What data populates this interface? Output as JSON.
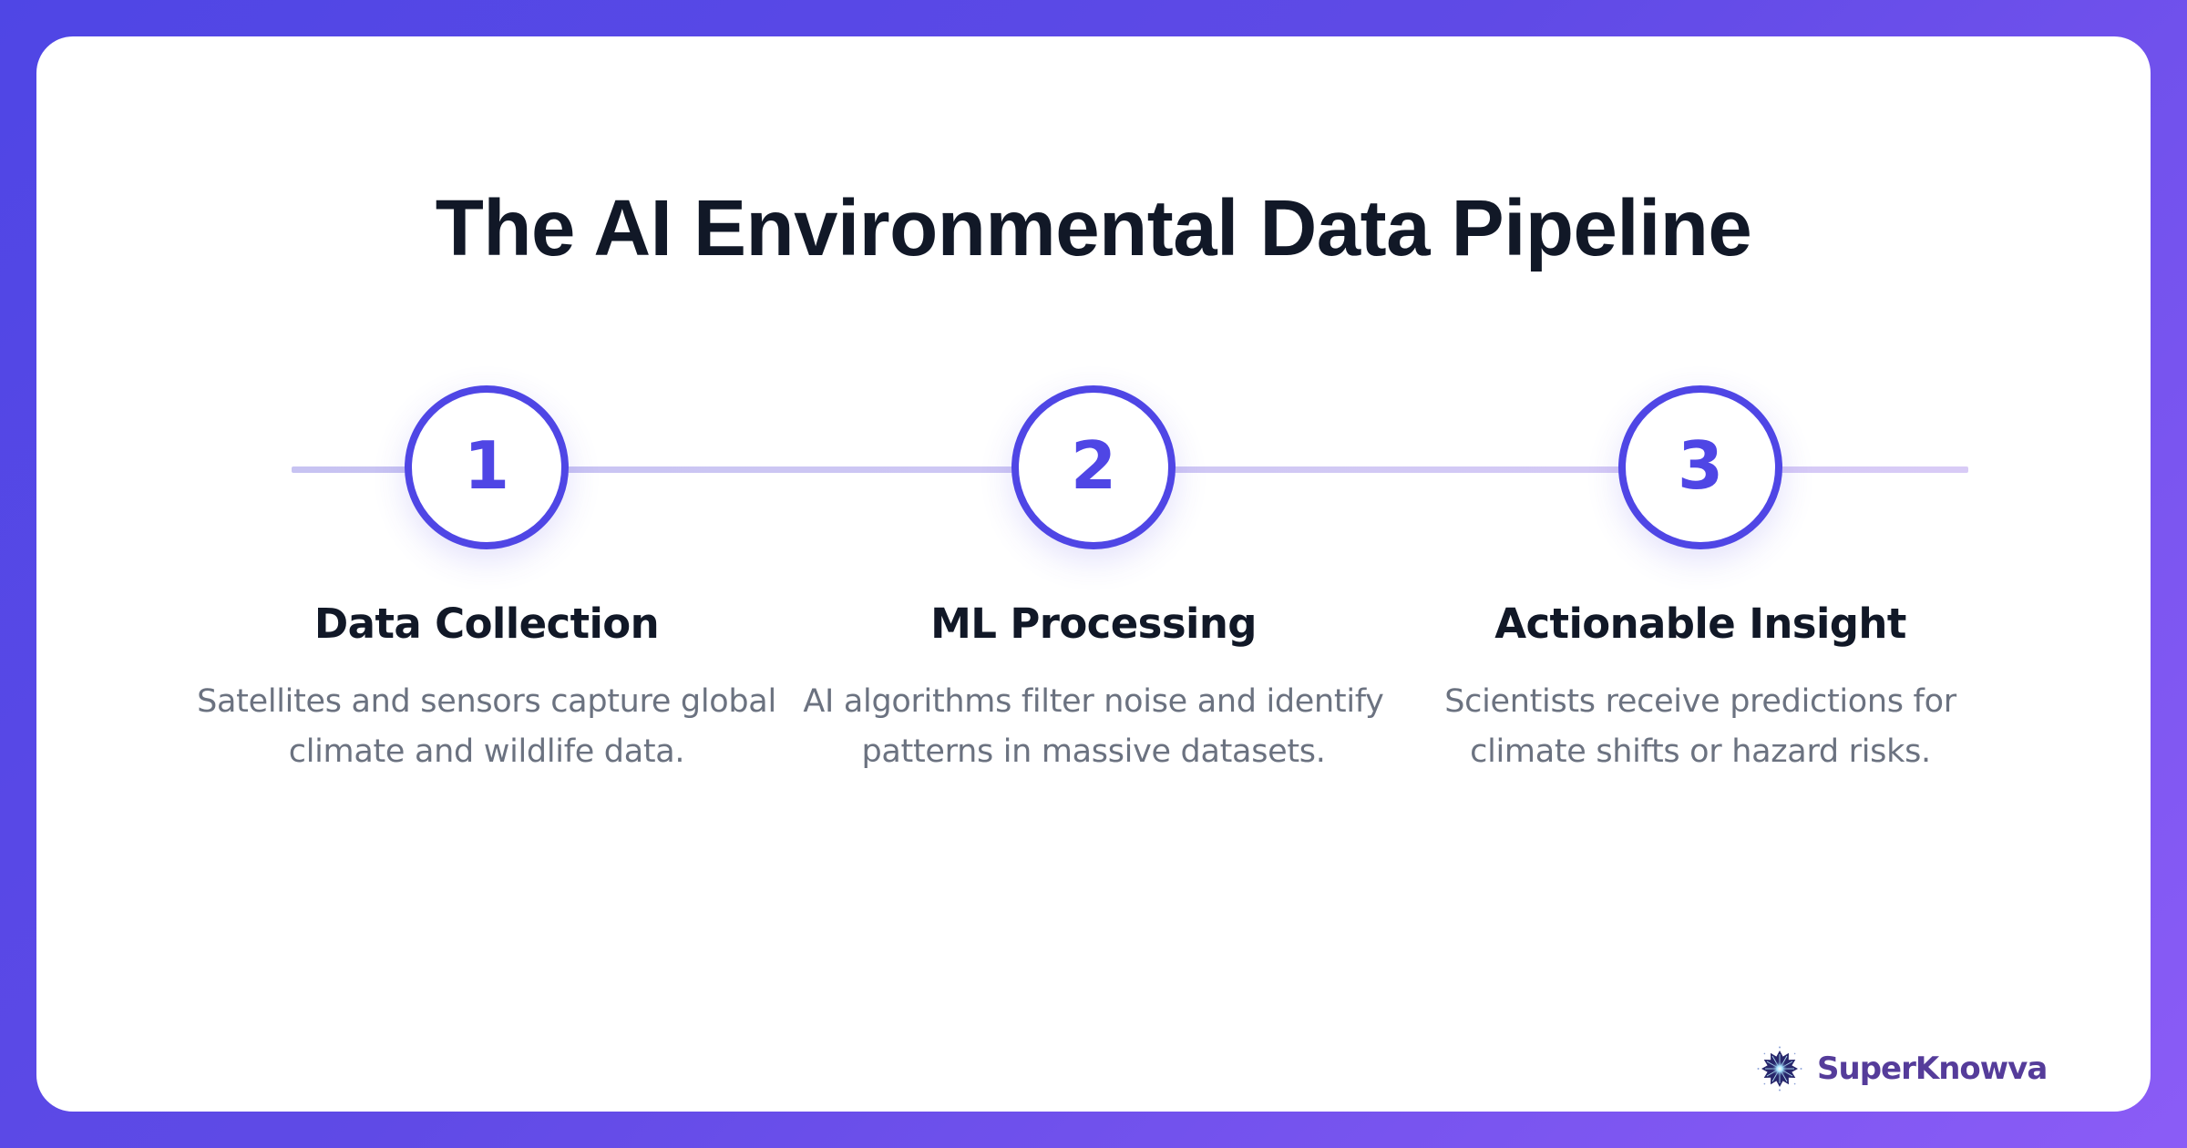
{
  "title": "The AI Environmental Data Pipeline",
  "colors": {
    "accent": "#4f46e5",
    "track": "#cfc8f4",
    "heading": "#111827",
    "body_text": "#6b7280",
    "brand": "#553c9a",
    "background_start": "#4f46e5",
    "background_end": "#8b5cf6"
  },
  "steps": [
    {
      "number": "1",
      "title": "Data Collection",
      "description_lines": [
        "Satellites and sensors capture global",
        "climate and wildlife data."
      ]
    },
    {
      "number": "2",
      "title": "ML Processing",
      "description_lines": [
        "AI algorithms filter noise and identify",
        "patterns in massive datasets."
      ]
    },
    {
      "number": "3",
      "title": "Actionable Insight",
      "description_lines": [
        "Scientists receive predictions for",
        "climate shifts or hazard risks."
      ]
    }
  ],
  "brand": {
    "icon": "starburst-logo-icon",
    "name": "SuperKnowva"
  }
}
